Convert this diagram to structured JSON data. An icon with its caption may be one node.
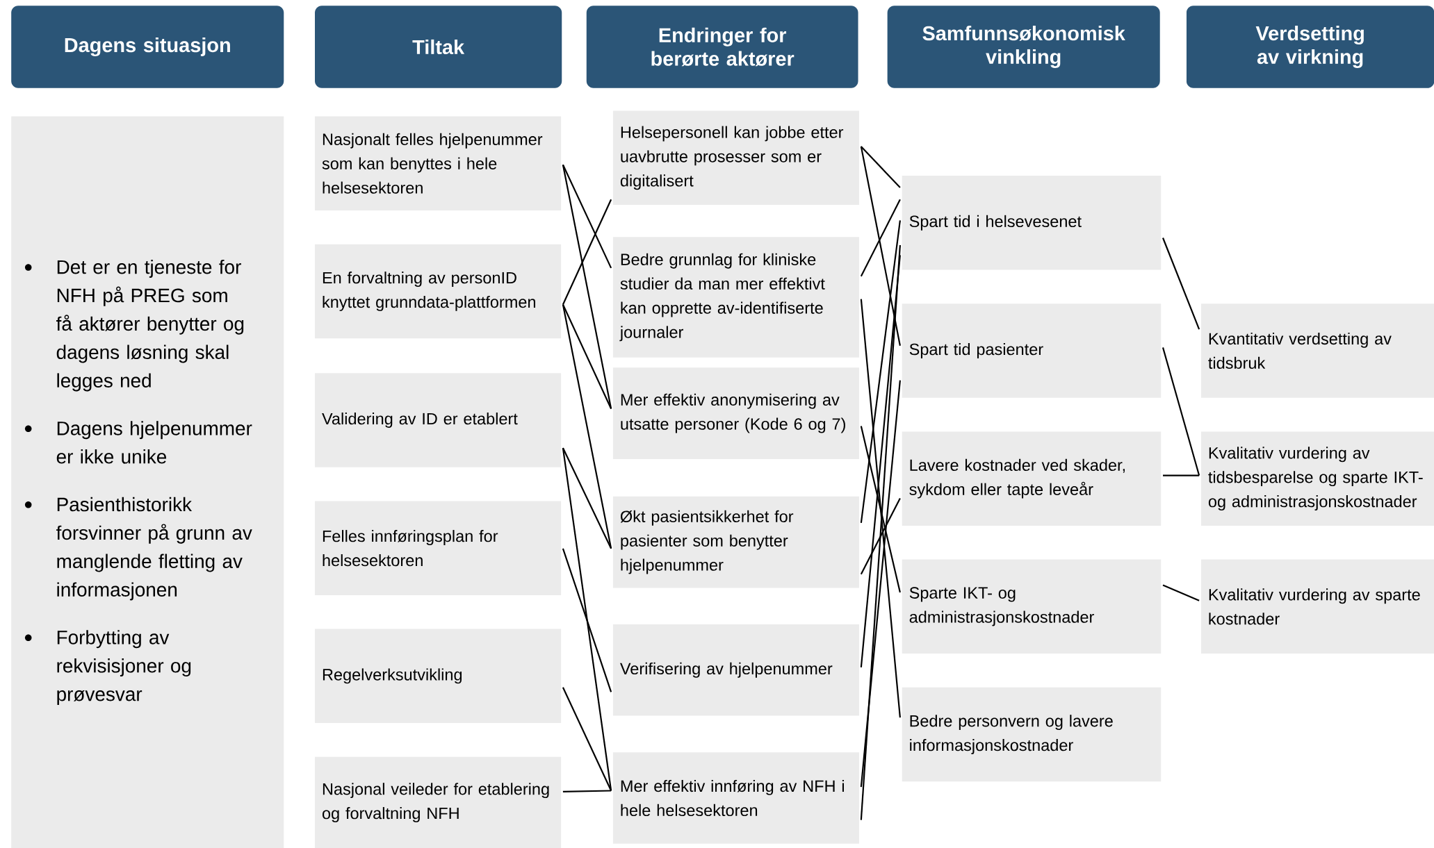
{
  "diagram": {
    "nodes": [
      {
        "text": [
          "Dagens situasjon"
        ]
      },
      {
        "text": [
          "Tiltak"
        ]
      },
      {
        "text": [
          "Endringer for berørte aktører"
        ]
      },
      {
        "text": [
          "Samfunnsøkonomisk vinkling"
        ]
      },
      {
        "text": [
          "Verdsetting av virkning"
        ]
      },
      {
        "text": [
          "Det er en tjeneste for NFH på PREG som få aktører benytter og dagens løsning skal legges ned",
          "Dagens hjelpenummer er ikke unike",
          "Pasienthistorikk forsvinner på grunn av manglende fletting av informasjonen",
          "Forbytting av rekvisisjoner og prøvesvar"
        ]
      },
      {
        "text": [
          "Nasjonalt felles hjelpenummer som kan benyttes i hele helsesektoren"
        ]
      },
      {
        "text": [
          "En forvaltning av personID knyttet grunndata-plattformen"
        ]
      },
      {
        "text": [
          "Validering av ID er etablert"
        ]
      },
      {
        "text": [
          "Felles innføringsplan for helsesektoren"
        ]
      },
      {
        "text": [
          "Regelverksutvikling"
        ]
      },
      {
        "text": [
          "Nasjonal veileder for etablering og forvaltning NFH"
        ]
      },
      {
        "text": [
          "Helsepersonell kan jobbe etter uavbrutte prosesser som er digitalisert"
        ]
      },
      {
        "text": [
          "Bedre grunnlag for kliniske studier da man mer effektivt kan opprette av-identifiserte journaler"
        ]
      },
      {
        "text": [
          "Mer effektiv anonymisering av utsatte personer (Kode 6 og 7)"
        ]
      },
      {
        "text": [
          "Økt pasientsikkerhet for pasienter som benytter hjelpenummer"
        ]
      },
      {
        "text": [
          "Verifisering av hjelpenummer"
        ]
      },
      {
        "text": [
          "Mer effektiv innføring av NFH i hele helsesektoren"
        ]
      },
      {
        "text": [
          "Spart tid i helsevesenet"
        ]
      },
      {
        "text": [
          "Spart tid pasienter"
        ]
      },
      {
        "text": [
          "Lavere kostnader ved skader, sykdom eller tapte leveår"
        ]
      },
      {
        "text": [
          "Sparte IKT- og administrasjonskostnader"
        ]
      },
      {
        "text": [
          "Bedre personvern og lavere informasjonskostnader"
        ]
      },
      {
        "text": [
          "Kvantitativ verdsetting av tidsbruk"
        ]
      },
      {
        "text": [
          "Kvalitativ vurdering av tidsbesparelse og sparte IKT- og administrasjonskostnader"
        ]
      },
      {
        "text": [
          "Kvalitativ vurdering av sparte kostnader"
        ]
      }
    ],
    "edges": [
      {
        "from": 6,
        "to": 13,
        "arrow": "none"
      },
      {
        "from": 6,
        "to": 14,
        "arrow": "none"
      },
      {
        "from": 7,
        "to": 12,
        "arrow": "none"
      },
      {
        "from": 7,
        "to": 14,
        "arrow": "none"
      },
      {
        "from": 7,
        "to": 15,
        "arrow": "none"
      },
      {
        "from": 8,
        "to": 15,
        "arrow": "none"
      },
      {
        "from": 8,
        "to": 17,
        "arrow": "none"
      },
      {
        "from": 9,
        "to": 16,
        "arrow": "none"
      },
      {
        "from": 10,
        "to": 17,
        "arrow": "none"
      },
      {
        "from": 11,
        "to": 17,
        "arrow": "none"
      },
      {
        "from": 12,
        "to": 18,
        "arrow": "none"
      },
      {
        "from": 12,
        "to": 19,
        "arrow": "none"
      },
      {
        "from": 13,
        "to": 18,
        "arrow": "none"
      },
      {
        "from": 13,
        "to": 22,
        "arrow": "none"
      },
      {
        "from": 14,
        "to": 21,
        "arrow": "none"
      },
      {
        "from": 15,
        "to": 18,
        "arrow": "none"
      },
      {
        "from": 15,
        "to": 20,
        "arrow": "none"
      },
      {
        "from": 16,
        "to": 18,
        "arrow": "none"
      },
      {
        "from": 17,
        "to": 19,
        "arrow": "none"
      },
      {
        "from": 17,
        "to": 18,
        "arrow": "none"
      },
      {
        "from": 18,
        "to": 23,
        "arrow": "none"
      },
      {
        "from": 19,
        "to": 24,
        "arrow": "none"
      },
      {
        "from": 20,
        "to": 24,
        "arrow": "none"
      },
      {
        "from": 21,
        "to": 25,
        "arrow": "none"
      }
    ]
  }
}
